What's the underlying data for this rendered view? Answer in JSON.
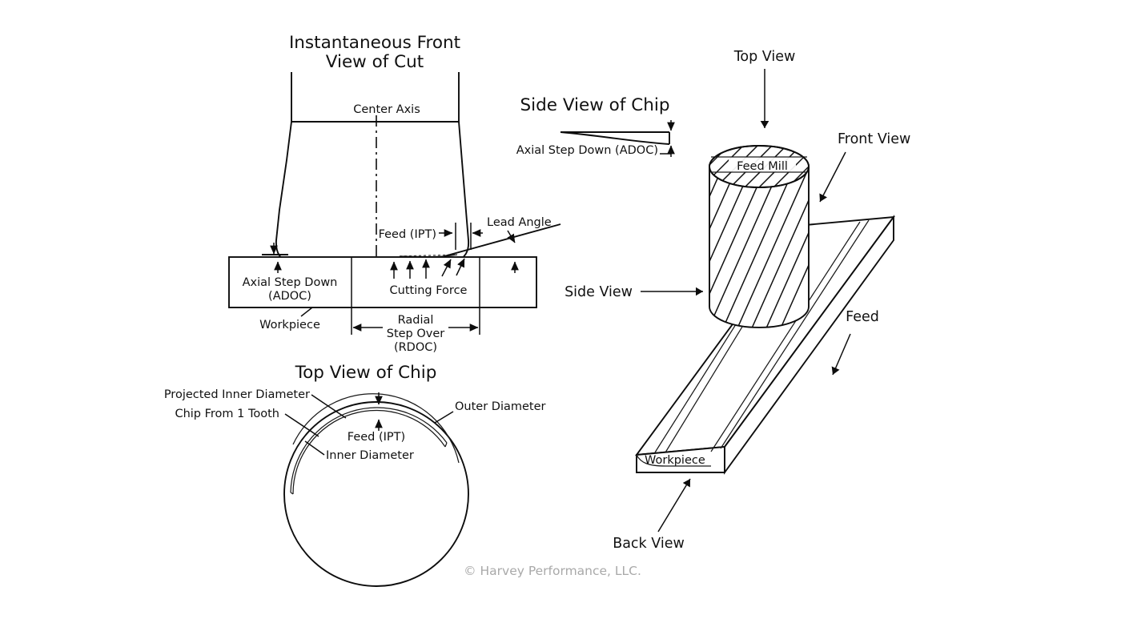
{
  "figure": {
    "background": "#ffffff",
    "ink": "#0d0d0d",
    "copyright": "© Harvey Performance, LLC."
  },
  "panels": {
    "front_view": {
      "title_line1": "Instantaneous Front",
      "title_line2": "View of Cut",
      "labels": {
        "center_axis": "Center Axis",
        "feed_ipt": "Feed (IPT)",
        "lead_angle": "Lead Angle",
        "axial_step_down_line1": "Axial Step Down",
        "axial_step_down_line2": "(ADOC)",
        "cutting_force": "Cutting Force",
        "workpiece": "Workpiece",
        "radial_line1": "Radial",
        "radial_line2": "Step Over",
        "radial_line3": "(RDOC)"
      }
    },
    "side_view_chip": {
      "title": "Side View of Chip",
      "labels": {
        "axial_step_down": "Axial Step Down (ADOC)"
      }
    },
    "top_view_chip": {
      "title": "Top View of Chip",
      "labels": {
        "projected_inner_diameter": "Projected Inner Diameter",
        "chip_from_1_tooth": "Chip From 1 Tooth",
        "outer_diameter": "Outer Diameter",
        "inner_diameter": "Inner Diameter",
        "feed_ipt": "Feed (IPT)"
      }
    },
    "isometric": {
      "labels": {
        "top_view": "Top View",
        "front_view": "Front View",
        "side_view": "Side View",
        "back_view": "Back View",
        "feed": "Feed",
        "feed_mill": "Feed Mill",
        "workpiece": "Workpiece"
      }
    }
  }
}
